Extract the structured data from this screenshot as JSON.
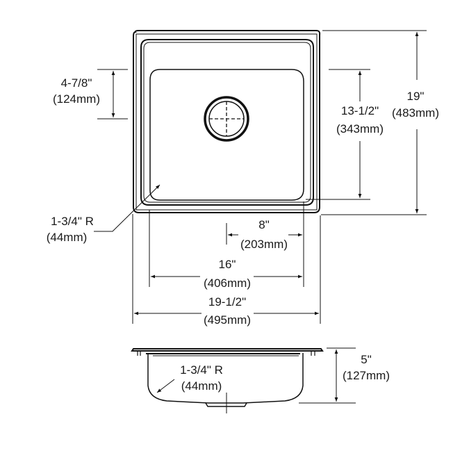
{
  "drawing": {
    "title": "Single bowl drop-in sink dimension drawing",
    "views": [
      "top-view",
      "side-view"
    ],
    "dimensions": {
      "faucet_hole_offset": {
        "imperial": "4-7/8\"",
        "metric": "(124mm)"
      },
      "bowl_length": {
        "imperial": "13-1/2\"",
        "metric": "(343mm)"
      },
      "overall_length": {
        "imperial": "19\"",
        "metric": "(483mm)"
      },
      "corner_radius_top": {
        "imperial": "1-3/4\" R",
        "metric": "(44mm)"
      },
      "drain_offset": {
        "imperial": "8\"",
        "metric": "(203mm)"
      },
      "bowl_width": {
        "imperial": "16\"",
        "metric": "(406mm)"
      },
      "overall_width": {
        "imperial": "19-1/2\"",
        "metric": "(495mm)"
      },
      "corner_radius_side": {
        "imperial": "1-3/4\" R",
        "metric": "(44mm)"
      },
      "bowl_depth": {
        "imperial": "5\"",
        "metric": "(127mm)"
      }
    },
    "colors": {
      "line": "#111111",
      "background": "#ffffff"
    }
  }
}
